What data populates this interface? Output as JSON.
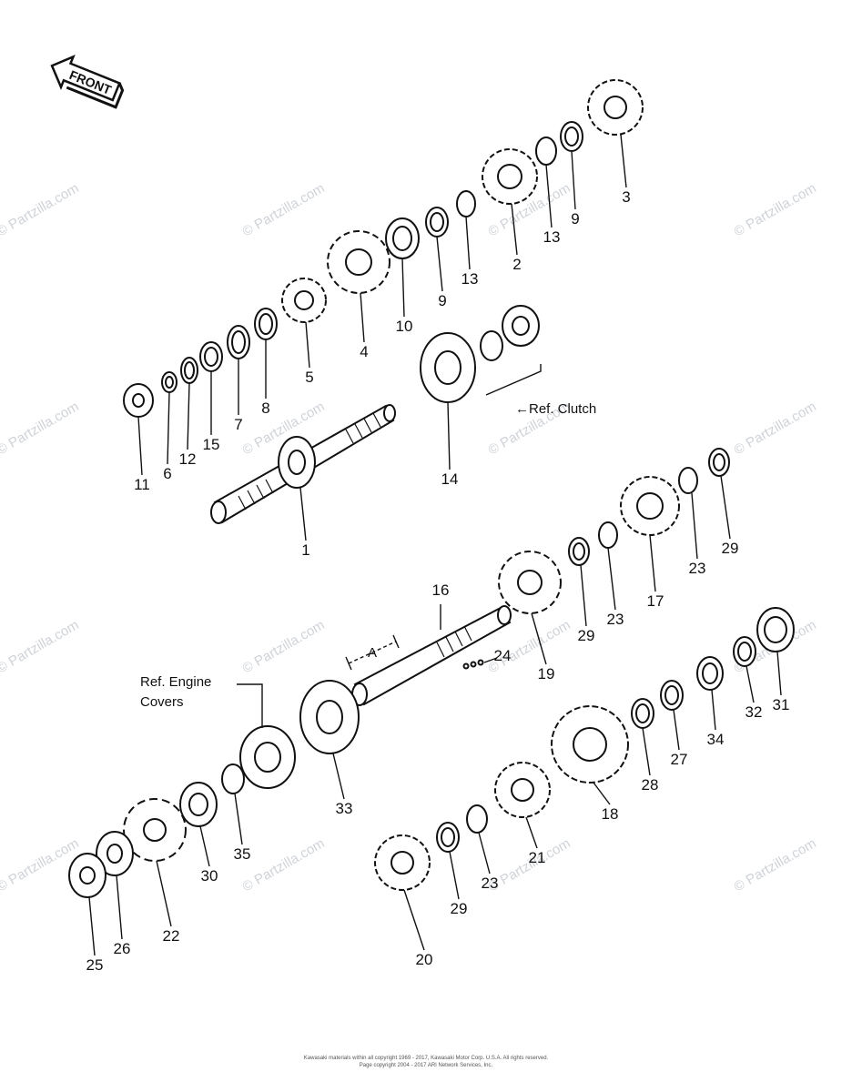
{
  "front_arrow": {
    "label": "FRONT"
  },
  "references": {
    "clutch": "←Ref. Clutch",
    "engine_covers_line1": "Ref. Engine",
    "engine_covers_line2": "Covers",
    "dimension_a": "A"
  },
  "callouts": [
    "1",
    "2",
    "3",
    "4",
    "5",
    "6",
    "7",
    "8",
    "9",
    "9",
    "10",
    "11",
    "12",
    "13",
    "13",
    "14",
    "15",
    "16",
    "17",
    "18",
    "19",
    "20",
    "21",
    "22",
    "23",
    "23",
    "23",
    "24",
    "25",
    "26",
    "27",
    "28",
    "29",
    "29",
    "29",
    "30",
    "31",
    "32",
    "33",
    "34",
    "35"
  ],
  "watermark": "© Partzilla.com",
  "copyright": {
    "line1": "Kawasaki materials within all copyright 1969 - 2017, Kawasaki Motor Corp. U.S.A. All rights reserved.",
    "line2": "Page copyright 2004 - 2017 ARI Network Services, Inc."
  }
}
